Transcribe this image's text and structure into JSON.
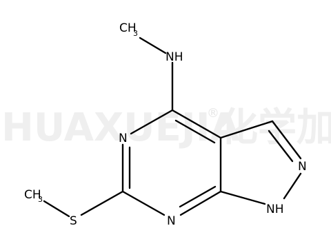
{
  "watermark": {
    "text": "HUAXUEJIA",
    "symbol": "®",
    "cn": "化学加"
  },
  "labels": {
    "ch3_top": "CH",
    "ch3_top_sub": "3",
    "nh_amine": "NH",
    "n_left": "N",
    "n_pyrazole": "N",
    "nh_pyrazole": "NH",
    "n_bottom": "N",
    "s": "S",
    "ch3_left": "CH",
    "ch3_left_sub": "3"
  }
}
